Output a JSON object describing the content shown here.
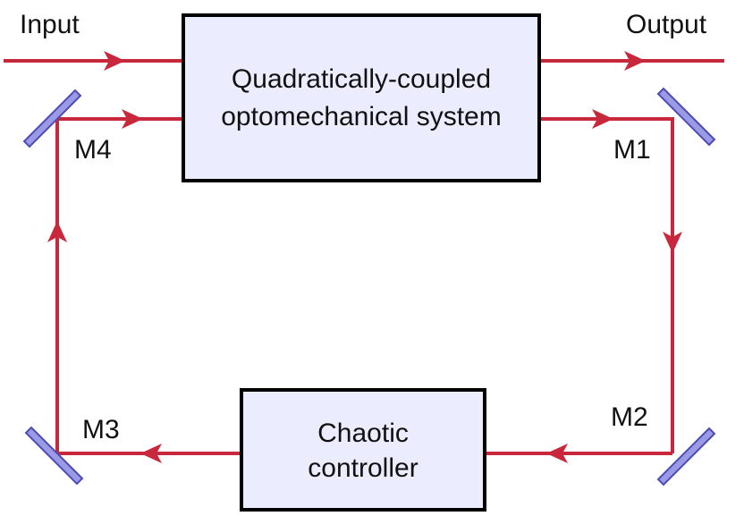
{
  "labels": {
    "input": "Input",
    "output": "Output",
    "m1": "M1",
    "m2": "M2",
    "m3": "M3",
    "m4": "M4"
  },
  "system_box": {
    "line1": "Quadratically-coupled",
    "line2": "optomechanical system"
  },
  "controller_box": {
    "line1": "Chaotic",
    "line2": "controller"
  },
  "colors": {
    "beam": "#c8283c",
    "box_fill": "#ececff",
    "box_stroke": "#000000",
    "mirror_fill": "#9a9ae6",
    "mirror_stroke": "#4c4cb4"
  }
}
